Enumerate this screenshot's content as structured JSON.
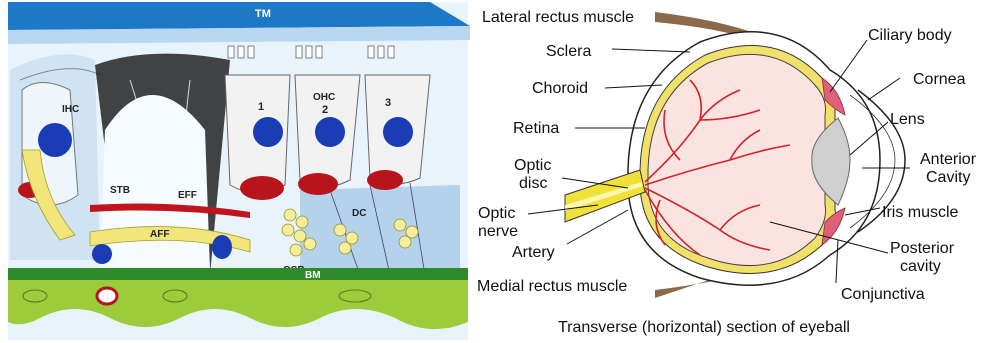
{
  "cochlea": {
    "labels": {
      "tm": "TM",
      "ihc": "IHC",
      "ohc": "OHC",
      "n1": "1",
      "n2": "2",
      "n3": "3",
      "stb": "STB",
      "eff": "EFF",
      "aff": "AFF",
      "osb": "OSB",
      "dc": "DC",
      "bm": "BM"
    },
    "colors": {
      "tm_blue": "#1e78c8",
      "nucleus_blue": "#1a3db5",
      "nerve_red": "#c0141e",
      "nerve_yellow": "#f2e67a",
      "basement_green": "#2f8a2a",
      "light_green": "#9ccb3c"
    }
  },
  "eye": {
    "labels": {
      "lateral_rectus": "Lateral rectus muscle",
      "sclera": "Sclera",
      "choroid": "Choroid",
      "retina": "Retina",
      "optic_disc_1": "Optic",
      "optic_disc_2": "disc",
      "optic_nerve_1": "Optic",
      "optic_nerve_2": "nerve",
      "artery": "Artery",
      "medial_rectus": "Medial rectus muscle",
      "ciliary_body": "Ciliary body",
      "cornea": "Cornea",
      "lens": "Lens",
      "anterior_cavity_1": "Anterior",
      "anterior_cavity_2": "Cavity",
      "iris_muscle": "Iris muscle",
      "posterior_cavity_1": "Posterior",
      "posterior_cavity_2": "cavity",
      "conjunctiva": "Conjunctiva"
    },
    "caption": "Transverse (horizontal) section of eyeball",
    "colors": {
      "vitreous": "#fbe3df",
      "vessel": "#d3222a",
      "muscle": "#8a6a4a",
      "nerve": "#f0e03a",
      "lens": "#cfcfcf",
      "ciliary": "#e0607a"
    }
  }
}
